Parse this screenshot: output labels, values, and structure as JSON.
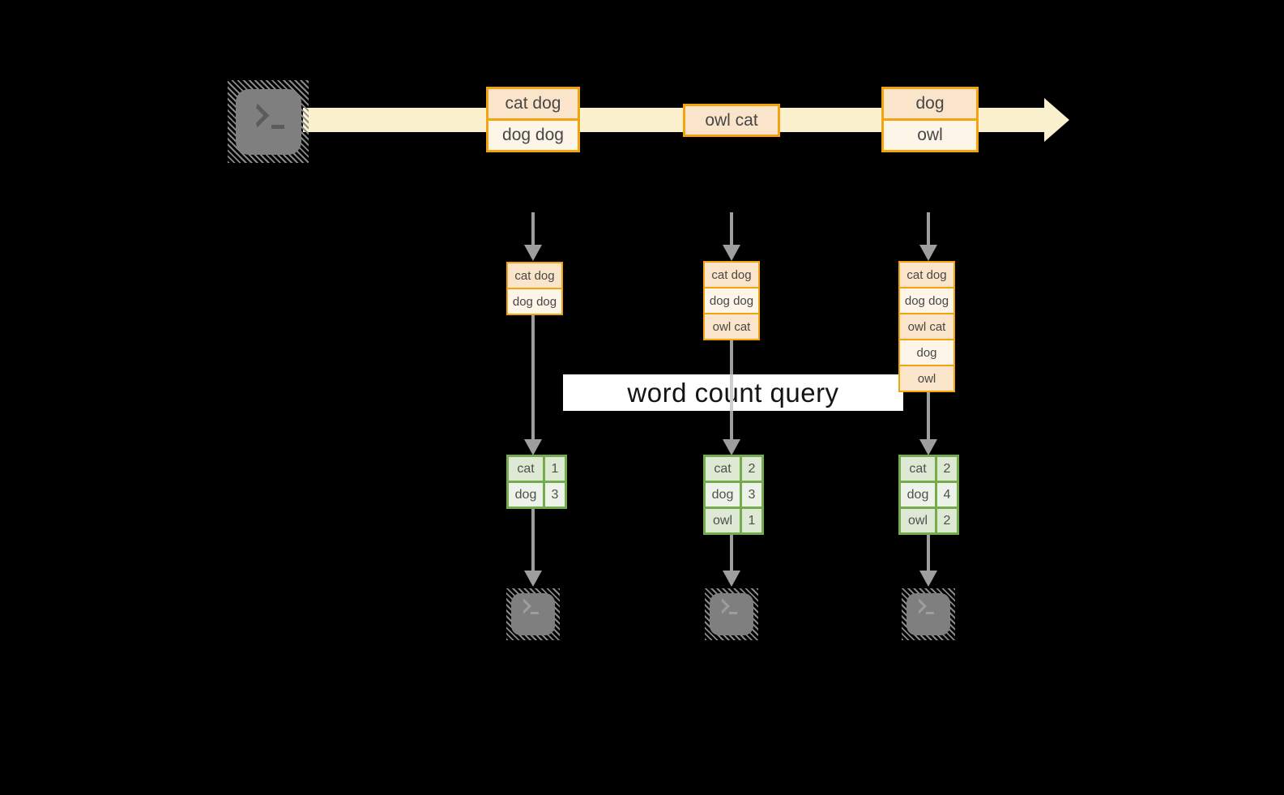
{
  "query_label": {
    "text": "word count query"
  },
  "stream": {
    "batches": [
      {
        "messages": [
          "cat dog",
          "dog dog"
        ]
      },
      {
        "messages": [
          "owl cat"
        ]
      },
      {
        "messages": [
          "dog",
          "owl"
        ]
      }
    ]
  },
  "micro_batches": [
    {
      "input": [
        "cat dog",
        "dog dog"
      ],
      "counts": [
        {
          "word": "cat",
          "count": "1"
        },
        {
          "word": "dog",
          "count": "3"
        }
      ]
    },
    {
      "input": [
        "cat dog",
        "dog dog",
        "owl cat"
      ],
      "counts": [
        {
          "word": "cat",
          "count": "2"
        },
        {
          "word": "dog",
          "count": "3"
        },
        {
          "word": "owl",
          "count": "1"
        }
      ]
    },
    {
      "input": [
        "cat dog",
        "dog dog",
        "owl cat",
        "dog",
        "owl"
      ],
      "counts": [
        {
          "word": "cat",
          "count": "2"
        },
        {
          "word": "dog",
          "count": "4"
        },
        {
          "word": "owl",
          "count": "2"
        }
      ]
    }
  ],
  "colors": {
    "band": "#FBF1CE",
    "gold": "#F2A40E",
    "cell_peach": "#FAE5CA",
    "cell_cream": "#FDF5E8",
    "green": "#74AB4C",
    "gcell_dark": "#DDE9D3",
    "gcell_light": "#EEF3E9",
    "arrow_gray": "#9E9E9E",
    "icon_gray": "#7F7F7F"
  }
}
